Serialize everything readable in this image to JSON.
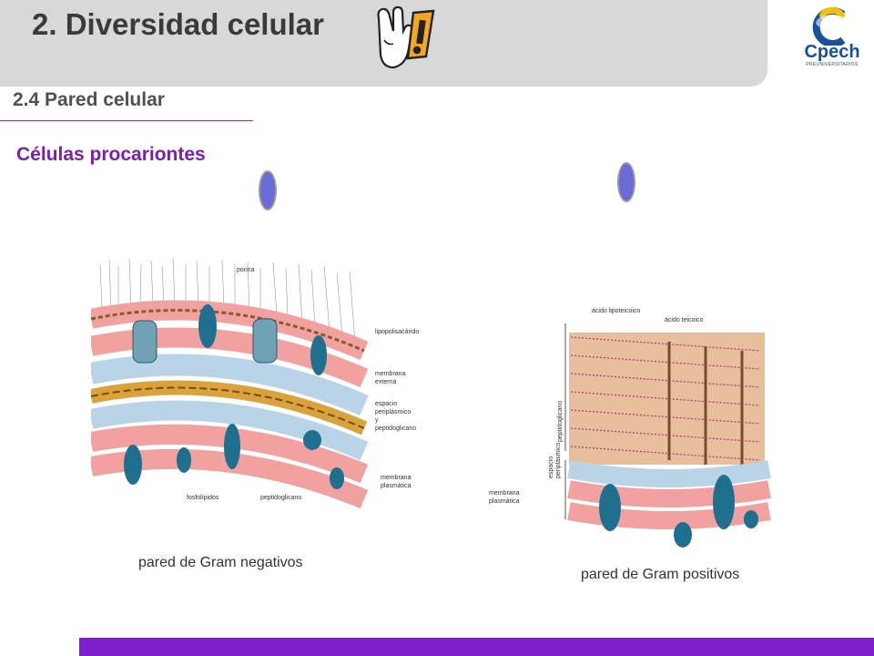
{
  "header": {
    "title": "2. Diversidad celular",
    "logo_text": "Cpech",
    "logo_subtext": "PREUNIVERSITARIOS"
  },
  "subtitle": "2.4 Pared celular",
  "section_heading": "Células procariontes",
  "diagram_negative": {
    "caption": "pared de Gram negativos",
    "labels": {
      "porin": "porina",
      "lps": "lipopolisacárido",
      "outer_membrane_1": "membrana",
      "outer_membrane_2": "externa",
      "periplasm_1": "espacio",
      "periplasm_2": "periplásmico",
      "periplasm_3": "y",
      "periplasm_4": "peptidoglicano",
      "plasma_membrane_1": "membrana",
      "plasma_membrane_2": "plasmática",
      "phospholipids": "fosfolípidos",
      "peptidoglycan": "peptidoglicano"
    }
  },
  "diagram_positive": {
    "caption": "pared de Gram positivos",
    "labels": {
      "lipoteichoic": "ácido lipoteicoico",
      "teichoic": "ácido teicoico",
      "peptidoglycan": "peptidoglicano",
      "periplasm_1": "espacio",
      "periplasm_2": "periplásmico",
      "plasma_membrane_1": "membrana",
      "plasma_membrane_2": "plasmática"
    }
  },
  "colors": {
    "header_bg": "#d8d8d8",
    "title": "#3a3a3a",
    "accent_purple": "#7a1fc9",
    "oval": "#6a6ad8"
  }
}
